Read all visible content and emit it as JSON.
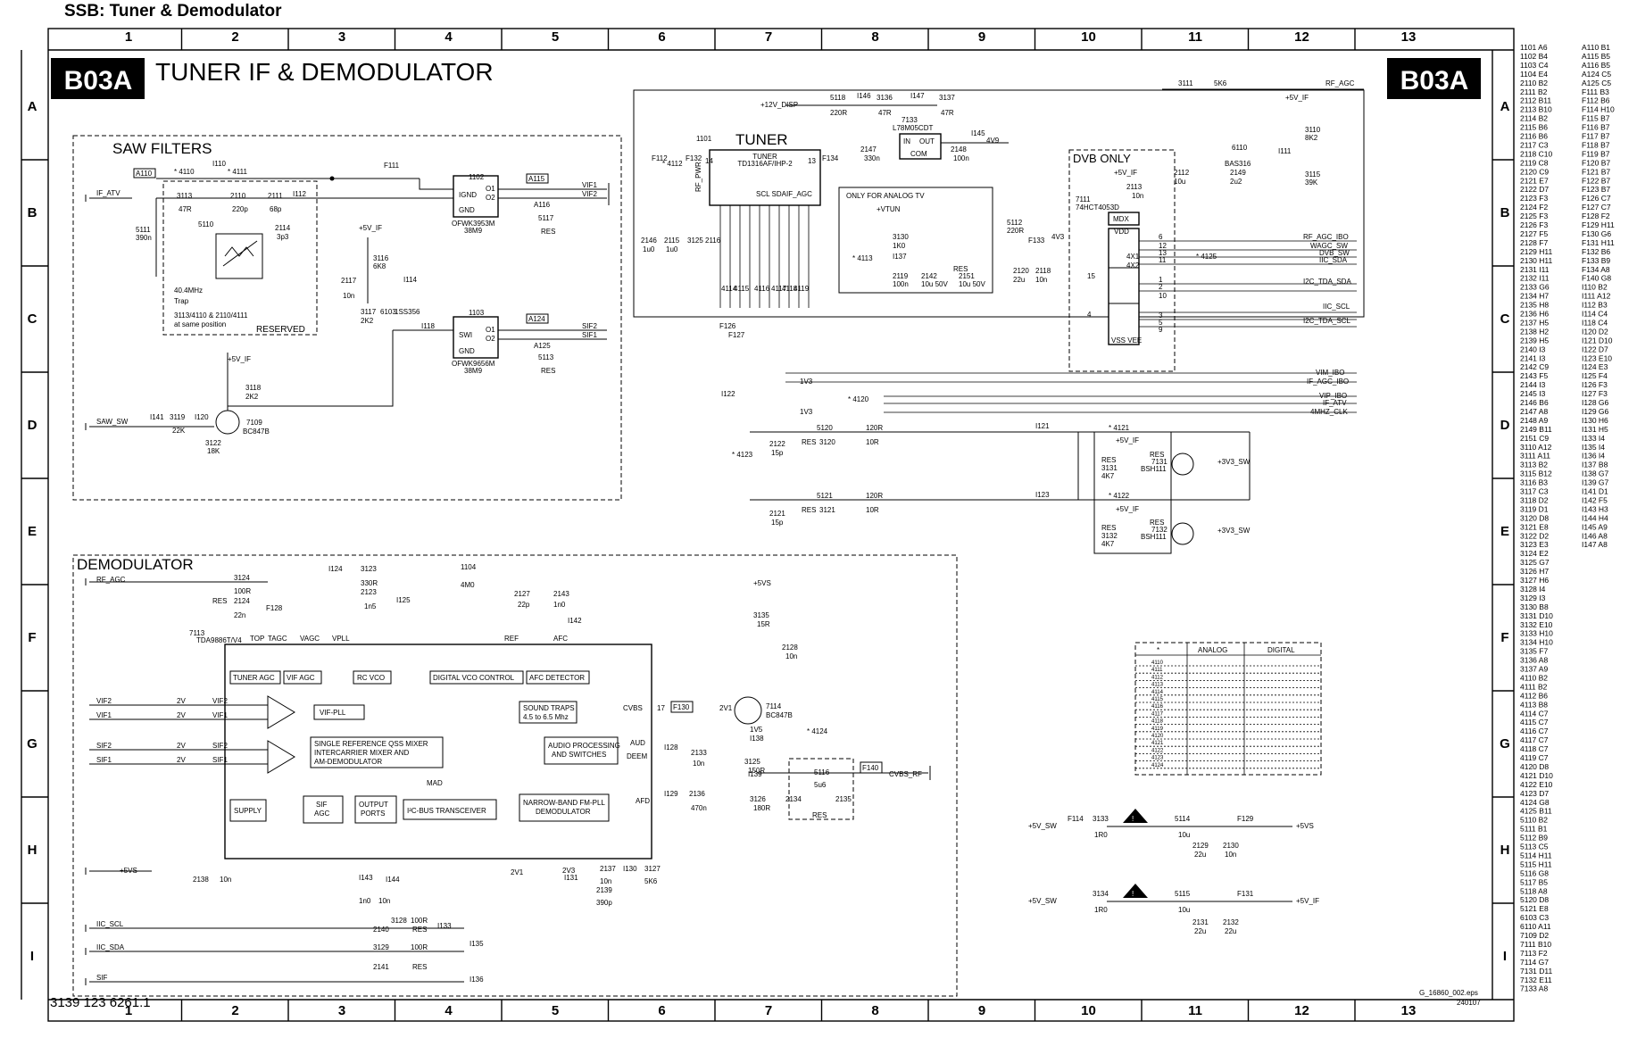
{
  "header": {
    "title": "SSB: Tuner & Demodulator"
  },
  "frame": {
    "columns": [
      "1",
      "2",
      "3",
      "4",
      "5",
      "6",
      "7",
      "8",
      "9",
      "10",
      "11",
      "12",
      "13"
    ],
    "rows": [
      "A",
      "B",
      "C",
      "D",
      "E",
      "F",
      "G",
      "H",
      "I"
    ]
  },
  "diagram": {
    "badge": "B03A",
    "title": "TUNER IF & DEMODULATOR",
    "doc_number": "3139 123 6261.1",
    "file_ref": "G_16860_002.eps",
    "file_date": "240107"
  },
  "saw": {
    "title": "SAW FILTERS",
    "trap1": "40.4MHz",
    "trap2": "Trap",
    "note": "3113/4110 & 2110/4111",
    "note2": "at same position",
    "reserved": "RESERVED",
    "f1102_name": "OFWK3953M",
    "f1102_val": "38M9",
    "f1103_name": "OFWK9656M",
    "f1103_val": "38M9",
    "tr7109": "BC847B"
  },
  "tuner": {
    "title": "TUNER",
    "inner": "TUNER",
    "part": "TD1316AF/IHP-2",
    "analog_only": "ONLY FOR ANALOG TV",
    "reg_name": "L78M05CDT",
    "dvb_only": "DVB ONLY",
    "mux_id": "7111",
    "mux_part": "74HCT4053D",
    "mux_label": "MDX",
    "diode": "BAS316"
  },
  "demod": {
    "title": "DEMODULATOR",
    "ic_id": "7113",
    "ic_part": "TDA9886T/V4",
    "blocks": {
      "tuner_agc": "TUNER AGC",
      "vif_agc": "VIF AGC",
      "rc_vco": "RC VCO",
      "dig_vco": "DIGITAL VCO CONTROL",
      "afc_det": "AFC DETECTOR",
      "vif_pll": "VIF-PLL",
      "sound_traps": "SOUND TRAPS",
      "sound_traps2": "4.5 to 6.5 Mhz",
      "qss1": "SINGLE REFERENCE QSS MIXER",
      "qss2": "INTERCARRIER MIXER AND",
      "qss3": "AM-DEMODULATOR",
      "audio1": "AUDIO PROCESSING",
      "audio2": "AND SWITCHES",
      "mad": "MAD",
      "supply": "SUPPLY",
      "sif_agc1": "SIF",
      "sif_agc2": "AGC",
      "out1": "OUTPUT",
      "out2": "PORTS",
      "i2c": "I²C-BUS TRANSCEIVER",
      "nb1": "NARROW-BAND FM-PLL",
      "nb2": "DEMODULATOR"
    },
    "tr7114": "BC847B"
  },
  "signals": {
    "rf_agc": "RF_AGC",
    "if_atv": "IF_ATV",
    "saw_sw": "SAW_SW",
    "vif1": "VIF1",
    "vif2": "VIF2",
    "sif1": "SIF1",
    "sif2": "SIF2",
    "rf_agc_ibo": "RF_AGC_IBO",
    "wagc_sw": "WAGC_SW",
    "dvb_sw": "DVB_SW",
    "iic_sda": "IIC_SDA",
    "i2c_tda_sda": "I2C_TDA_SDA",
    "iic_scl": "IIC_SCL",
    "i2c_tda_scl": "I2C_TDA_SCL",
    "vim_ibo": "VIM_IBO",
    "if_agc_ibo": "IF_AGC_IBO",
    "vip_ibo": "VIP_IBO",
    "if_atv2": "IF_ATV",
    "clk": "4MHZ_CLK",
    "v3v3_sw": "+3V3_SW",
    "cvbs_rf": "CVBS_RF",
    "p5vs": "+5VS",
    "p5v_if": "+5V_IF",
    "p5v_sw": "+5V_SW",
    "p12v": "+12V_DISP",
    "vtun": "+VTUN",
    "sif": "SIF",
    "iic_scl_l": "IIC_SCL",
    "iic_sda_l": "IIC_SDA",
    "rf_agc_l": "RF_AGC"
  },
  "option_table": {
    "headers": [
      "*",
      "ANALOG",
      "DIGITAL"
    ],
    "rows": [
      "4110",
      "4111",
      "4112",
      "4113",
      "4114",
      "4115",
      "4116",
      "4117",
      "4118",
      "4119",
      "4120",
      "4121",
      "4122",
      "4123",
      "4124"
    ]
  },
  "index_col1": [
    "1101 A6",
    "1102 B4",
    "1103 C4",
    "1104 E4",
    "2110 B2",
    "2111 B2",
    "2112 B11",
    "2113 B10",
    "2114 B2",
    "2115 B6",
    "2116 B6",
    "2117 C3",
    "2118 C10",
    "2119 C8",
    "2120 C9",
    "2121 E7",
    "2122 D7",
    "2123 F3",
    "2124 F2",
    "2125 F3",
    "2126 F3",
    "2127 F5",
    "2128 F7",
    "2129 H11",
    "2130 H11",
    "2131 I11",
    "2132 I11",
    "2133 G6",
    "2134 H7",
    "2135 H8",
    "2136 H6",
    "2137 H5",
    "2138 H2",
    "2139 H5",
    "2140 I3",
    "2141 I3",
    "2142 C9",
    "2143 F5",
    "2144 I3",
    "2145 I3",
    "2146 B6",
    "2147 A8",
    "2148 A9",
    "2149 B11",
    "2151 C9",
    "3110 A12",
    "3111 A11",
    "3113 B2",
    "3115 B12",
    "3116 B3",
    "3117 C3",
    "3118 D2",
    "3119 D1",
    "3120 D8",
    "3121 E8",
    "3122 D2",
    "3123 E3",
    "3124 E2",
    "3125 G7",
    "3126 H7",
    "3127 H6",
    "3128 I4",
    "3129 I3",
    "3130 B8",
    "3131 D10",
    "3132 E10",
    "3133 H10",
    "3134 H10",
    "3135 F7",
    "3136 A8",
    "3137 A9",
    "4110 B2",
    "4111 B2",
    "4112 B6",
    "4113 B8",
    "4114 C7",
    "4115 C7",
    "4116 C7",
    "4117 C7",
    "4118 C7",
    "4119 C7",
    "4120 D8",
    "4121 D10",
    "4122 E10",
    "4123 D7",
    "4124 G8",
    "4125 B11",
    "5110 B2",
    "5111 B1",
    "5112 B9",
    "5113 C5",
    "5114 H11",
    "5115 H11",
    "5116 G8",
    "5117 B5",
    "5118 A8",
    "5120 D8",
    "5121 E8",
    "6103 C3",
    "6110 A11",
    "7109 D2",
    "7111 B10",
    "7113 F2",
    "7114 G7",
    "7131 D11",
    "7132 E11",
    "7133 A8"
  ],
  "index_col2": [
    "A110 B1",
    "A115 B5",
    "A116 B5",
    "A124 C5",
    "A125 C5",
    "F111 B3",
    "F112 B6",
    "F114 H10",
    "F115 B7",
    "F116 B7",
    "F117 B7",
    "F118 B7",
    "F119 B7",
    "F120 B7",
    "F121 B7",
    "F122 B7",
    "F123 B7",
    "F126 C7",
    "F127 C7",
    "F128 F2",
    "F129 H11",
    "F130 G6",
    "F131 H11",
    "F132 B6",
    "F133 B9",
    "F134 A8",
    "F140 G8",
    "I110 B2",
    "I111 A12",
    "I112 B3",
    "I114 C4",
    "I118 C4",
    "I120 D2",
    "I121 D10",
    "I122 D7",
    "I123 E10",
    "I124 E3",
    "I125 F4",
    "I126 F3",
    "I127 F3",
    "I128 G6",
    "I129 G6",
    "I130 H6",
    "I131 H5",
    "I133 I4",
    "I135 I4",
    "I136 I4",
    "I137 B8",
    "I138 G7",
    "I139 G7",
    "I141 D1",
    "I142 F5",
    "I143 H3",
    "I144 H4",
    "I145 A9",
    "I146 A8",
    "I147 A8"
  ]
}
